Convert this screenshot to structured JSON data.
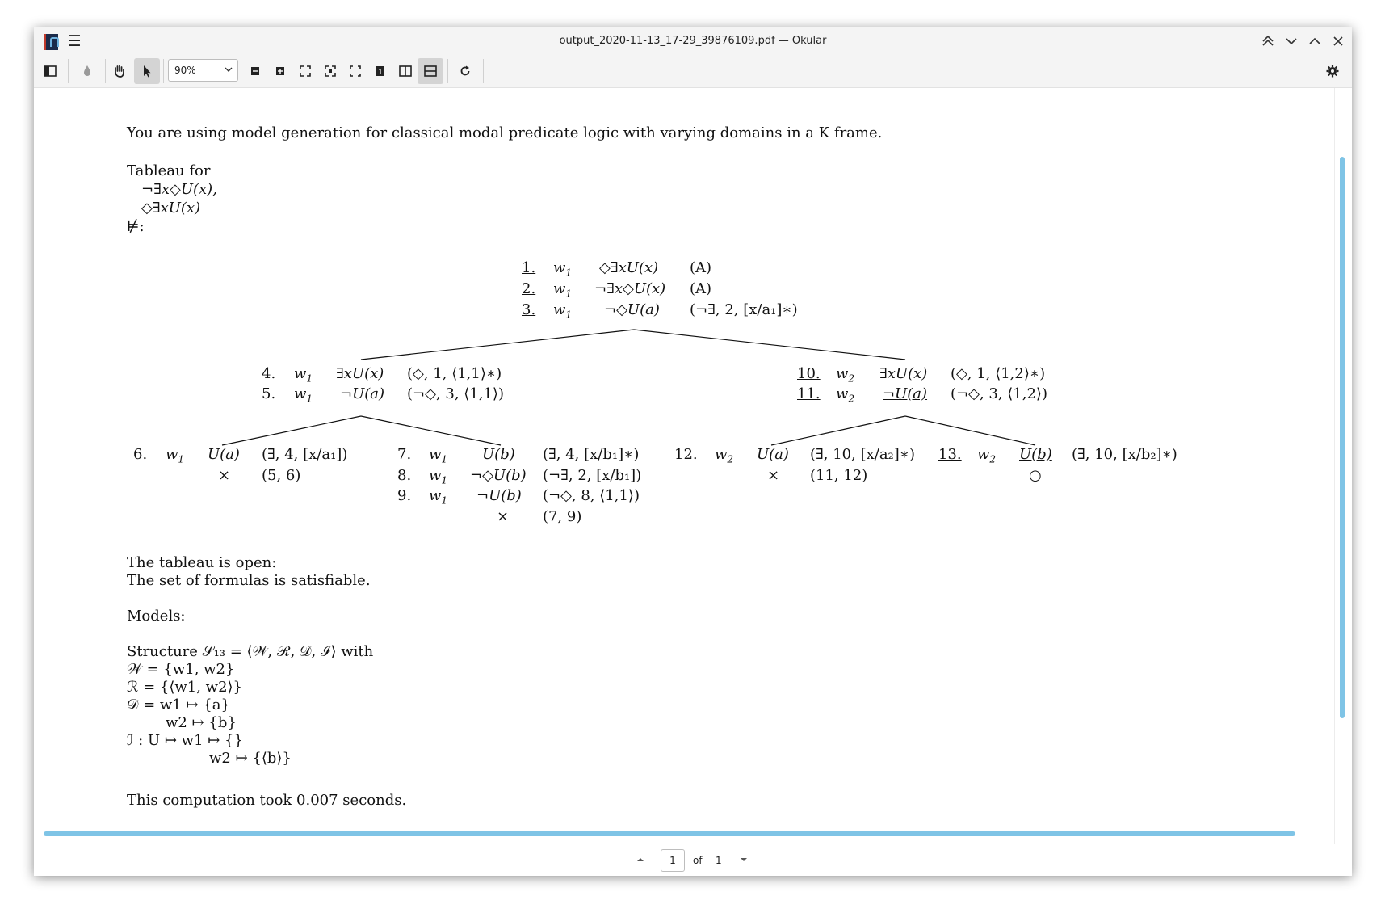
{
  "window": {
    "title": "output_2020-11-13_17-29_39876109.pdf — Okular",
    "zoom": "90%"
  },
  "icons": [
    "okular-logo-icon",
    "hamburger-menu-icon",
    "sidebar-toggle-icon",
    "color-mode-icon",
    "browse-tool-icon",
    "select-tool-icon",
    "zoom-out-icon",
    "zoom-in-icon",
    "fit-width-icon",
    "fit-page-icon",
    "auto-fit-icon",
    "single-page-icon",
    "facing-pages-icon",
    "continuous-icon",
    "rotate-icon",
    "settings-gear-icon"
  ],
  "colors": {
    "accent": "#7fc4e6",
    "chrome": "#f4f4f4"
  },
  "document": {
    "intro": "You are using model generation for classical modal predicate logic with varying domains in a K frame.",
    "tableau_for": "Tableau for",
    "formula1": "¬∃x◇U(x),",
    "formula2": "◇∃xU(x)",
    "not_entails": "⊭:",
    "root": [
      {
        "num": "1.",
        "world": "w",
        "world_sub": "1",
        "formula": "◇∃xU(x)",
        "just": "(A)"
      },
      {
        "num": "2.",
        "world": "w",
        "world_sub": "1",
        "formula": "¬∃x◇U(x)",
        "just": "(A)"
      },
      {
        "num": "3.",
        "world": "w",
        "world_sub": "1",
        "formula": "¬◇U(a)",
        "just": "(¬∃, 2, [x/a₁]∗)"
      }
    ],
    "left_branch": [
      {
        "num": "4.",
        "world": "w",
        "world_sub": "1",
        "formula": "∃xU(x)",
        "just": "(◇, 1, ⟨1,1⟩∗)"
      },
      {
        "num": "5.",
        "world": "w",
        "world_sub": "1",
        "formula": "¬U(a)",
        "just": "(¬◇, 3, ⟨1,1⟩)"
      }
    ],
    "right_branch": [
      {
        "num": "10.",
        "world": "w",
        "world_sub": "2",
        "formula": "∃xU(x)",
        "just": "(◇, 1, ⟨1,2⟩∗)"
      },
      {
        "num": "11.",
        "world": "w",
        "world_sub": "2",
        "formula": "¬U(a)",
        "just": "(¬◇, 3, ⟨1,2⟩)"
      }
    ],
    "leaf_6": {
      "num": "6.",
      "world": "w",
      "world_sub": "1",
      "formula": "U(a)",
      "just": "(∃, 4, [x/a₁])",
      "close": "×",
      "close_just": "(5, 6)"
    },
    "leaf_7_9": [
      {
        "num": "7.",
        "world": "w",
        "world_sub": "1",
        "formula": "U(b)",
        "just": "(∃, 4, [x/b₁]∗)"
      },
      {
        "num": "8.",
        "world": "w",
        "world_sub": "1",
        "formula": "¬◇U(b)",
        "just": "(¬∃, 2, [x/b₁])"
      },
      {
        "num": "9.",
        "world": "w",
        "world_sub": "1",
        "formula": "¬U(b)",
        "just": "(¬◇, 8, ⟨1,1⟩)"
      }
    ],
    "leaf_7_9_close": "×",
    "leaf_7_9_close_just": "(7, 9)",
    "leaf_12": {
      "num": "12.",
      "world": "w",
      "world_sub": "2",
      "formula": "U(a)",
      "just": "(∃, 10, [x/a₂]∗)",
      "close": "×",
      "close_just": "(11, 12)"
    },
    "leaf_13": {
      "num": "13.",
      "world": "w",
      "world_sub": "2",
      "formula": "U(b)",
      "just": "(∃, 10, [x/b₂]∗)",
      "open": "○"
    },
    "open_text": "The tableau is open:",
    "sat_text": "The set of formulas is satisfiable.",
    "models_text": "Models:",
    "structure_line": "Structure 𝒮₁₃ = ⟨𝒲, ℛ, 𝒟, ℐ⟩ with",
    "W_line": "𝒲 = {w1, w2}",
    "R_line": "ℛ = {⟨w1, w2⟩}",
    "D_line1": "𝒟 = w1 ↦ {a}",
    "D_line2": "w2 ↦ {b}",
    "I_line1": "ℐ : U ↦ w1 ↦ {}",
    "I_line2": "w2 ↦ {⟨b⟩}",
    "timing": "This computation took 0.007 seconds."
  },
  "pager": {
    "current": "1",
    "of": "of",
    "total": "1"
  }
}
